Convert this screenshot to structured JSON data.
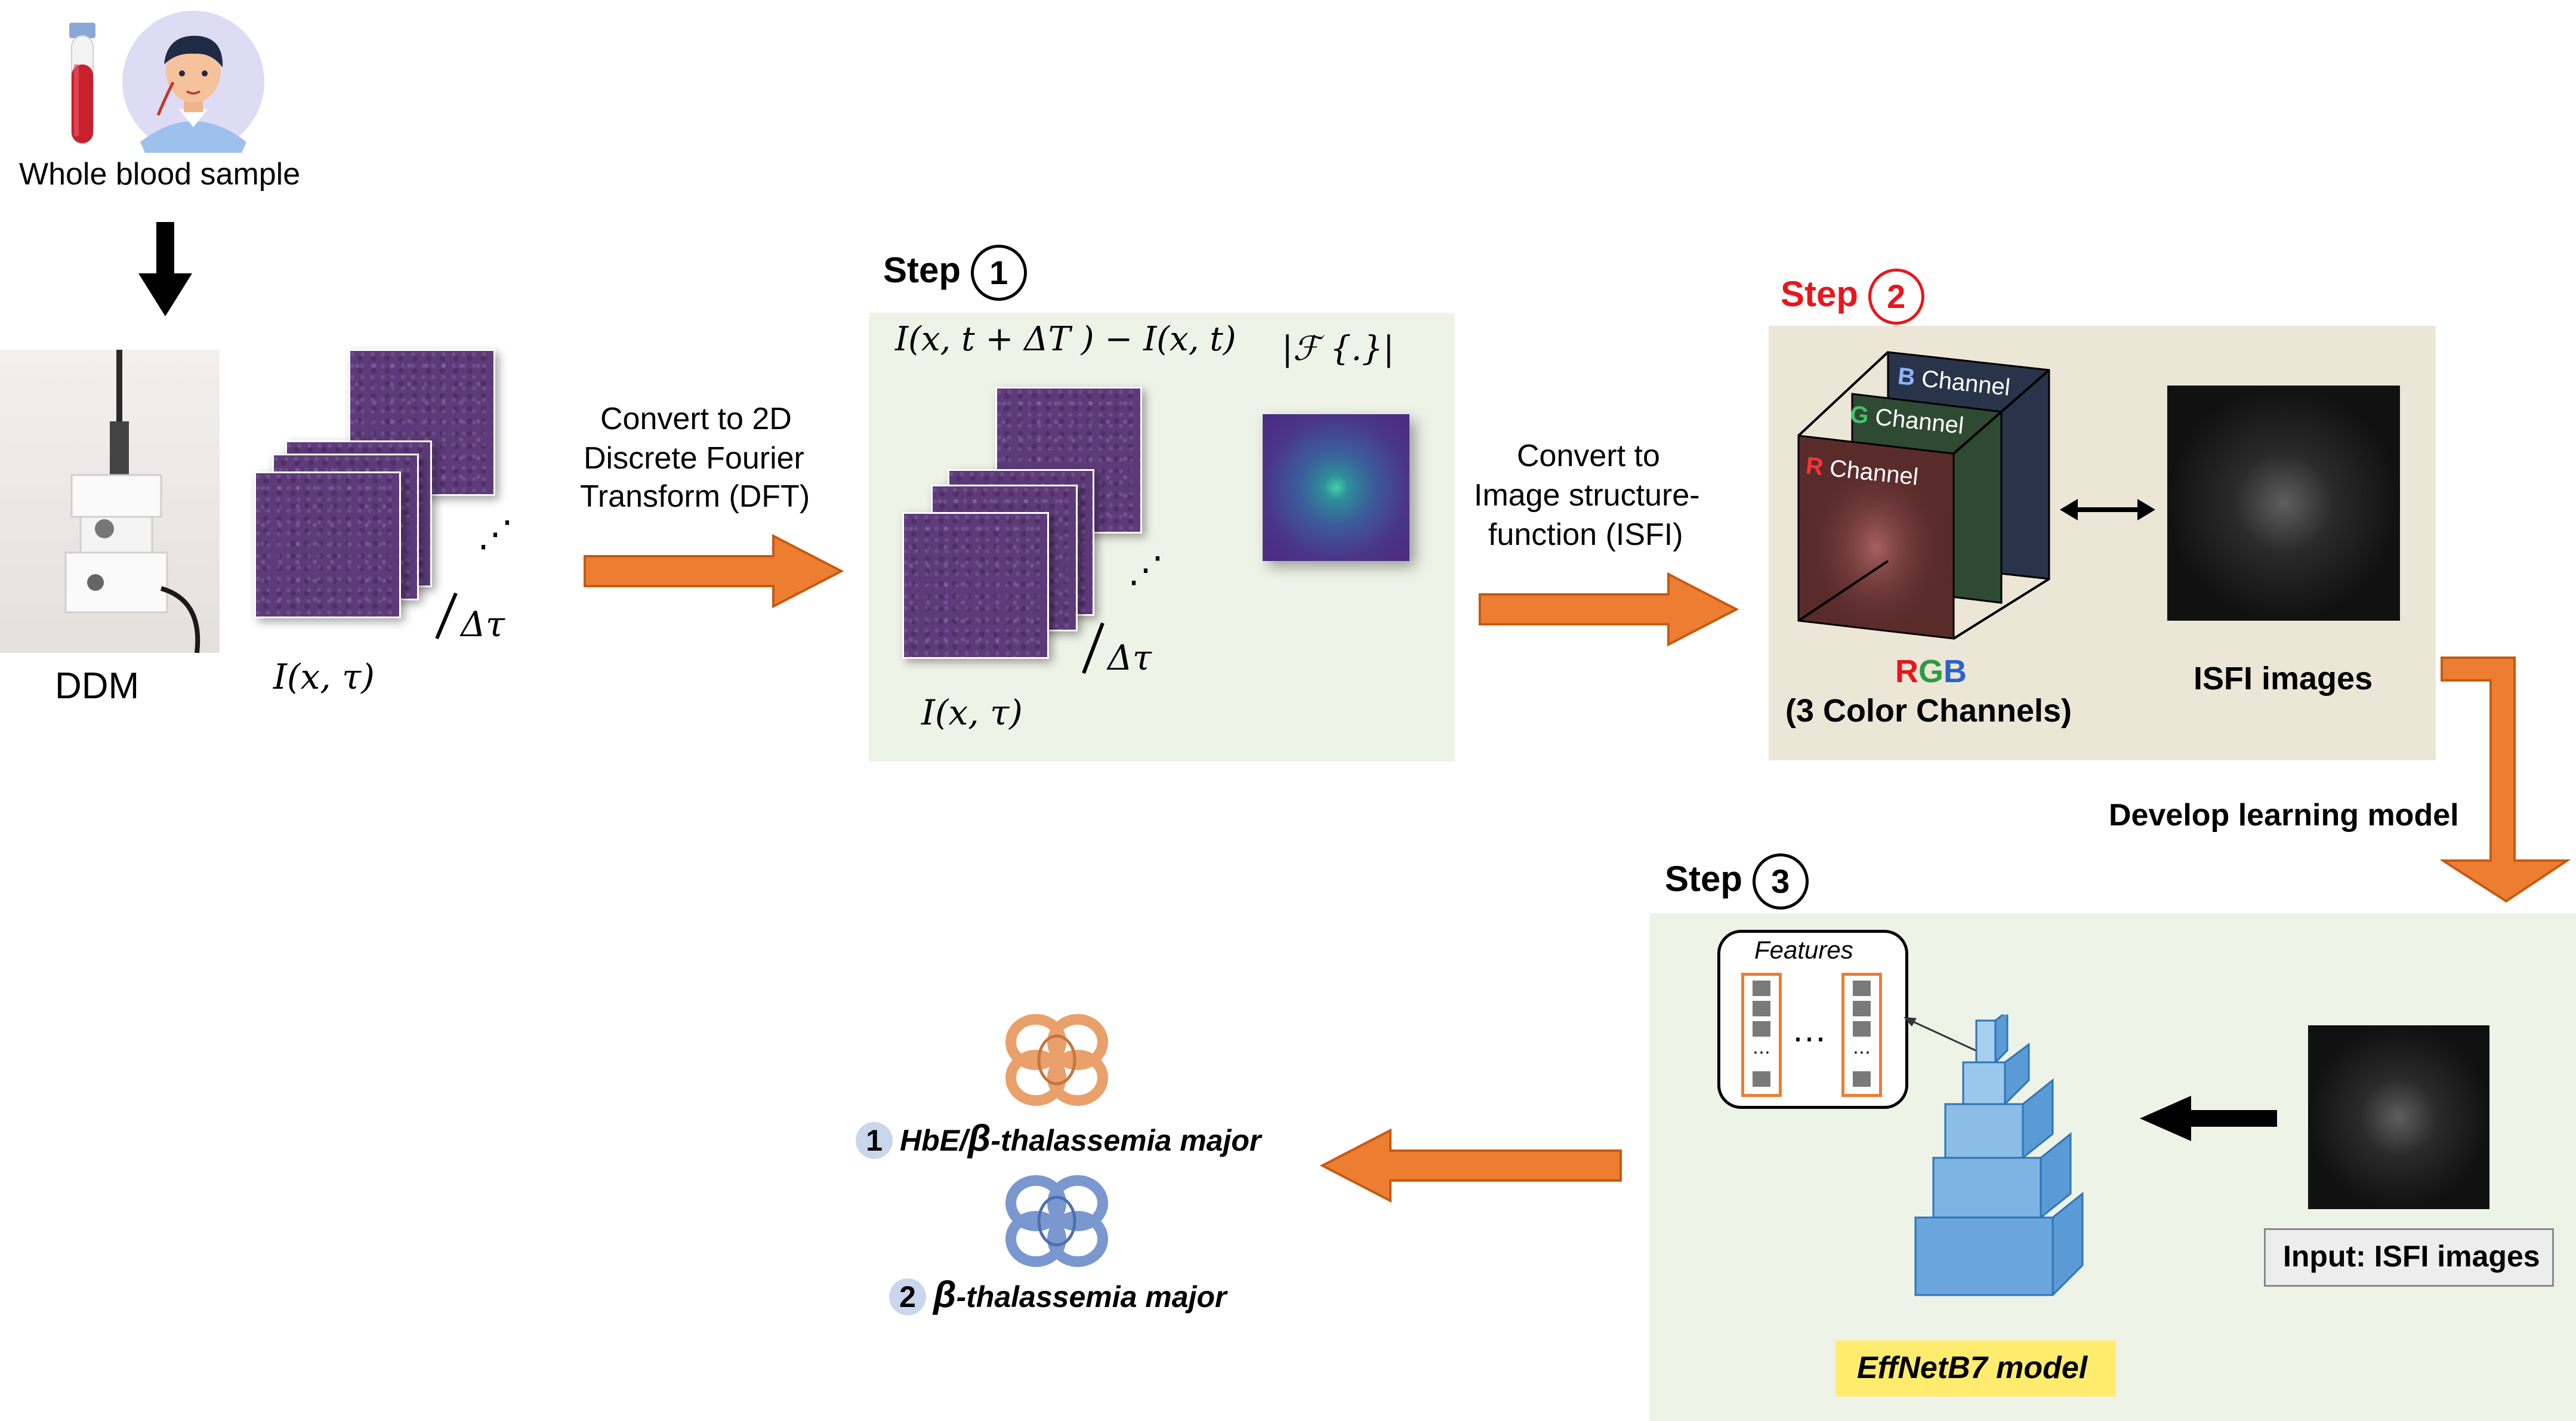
{
  "sample": {
    "label": "Whole blood sample"
  },
  "ddm": {
    "label": "DDM"
  },
  "stack1": {
    "label_formula": "I(x, τ)",
    "delta_label": "Δτ",
    "dots": "⋰"
  },
  "arrow1": {
    "text_line1": "Convert to 2D",
    "text_line2": "Discrete Fourier",
    "text_line3": "Transform (DFT)"
  },
  "step1": {
    "label": "Step",
    "number": "1",
    "formula_diff": "I(x, t + ΔT ) − I(x, t)",
    "formula_fourier": "|ℱ {.}|",
    "stack_label": "I(x, τ)",
    "delta_label": "Δτ",
    "dots": "⋰"
  },
  "arrow2": {
    "text_line1": "Convert to",
    "text_line2": "Image structure-",
    "text_line3": "function (ISFI)"
  },
  "step2": {
    "label": "Step",
    "number": "2",
    "channels": [
      {
        "letter": "B",
        "name": "Channel"
      },
      {
        "letter": "G",
        "name": "Channel"
      },
      {
        "letter": "R",
        "name": "Channel"
      }
    ],
    "rgb_r": "R",
    "rgb_g": "G",
    "rgb_b": "B",
    "rgb_caption": "(3 Color Channels)",
    "isfi_caption": "ISFI images"
  },
  "develop": {
    "label": "Develop learning model"
  },
  "step3": {
    "label": "Step",
    "number": "3",
    "features_title": "Features",
    "features_dots": "…",
    "model_label": "EffNetB7 model",
    "input_label": "Input: ISFI images"
  },
  "outcomes": [
    {
      "num": "1",
      "label_prefix": "HbE/",
      "label_beta": "β",
      "label_suffix": "-thalassemia major"
    },
    {
      "num": "2",
      "label_prefix": "",
      "label_beta": "β",
      "label_suffix": "-thalassemia major"
    }
  ],
  "colors": {
    "arrow_orange": "#ed7d31",
    "step2_red": "#e8161b",
    "panel_green": "#eef3e8",
    "panel_beige": "#ece6d6",
    "model_label_bg": "#ffec6e",
    "model_blue": "#5b9bd5",
    "protein_orange": "#e9a06b",
    "protein_blue": "#7a97cf"
  }
}
